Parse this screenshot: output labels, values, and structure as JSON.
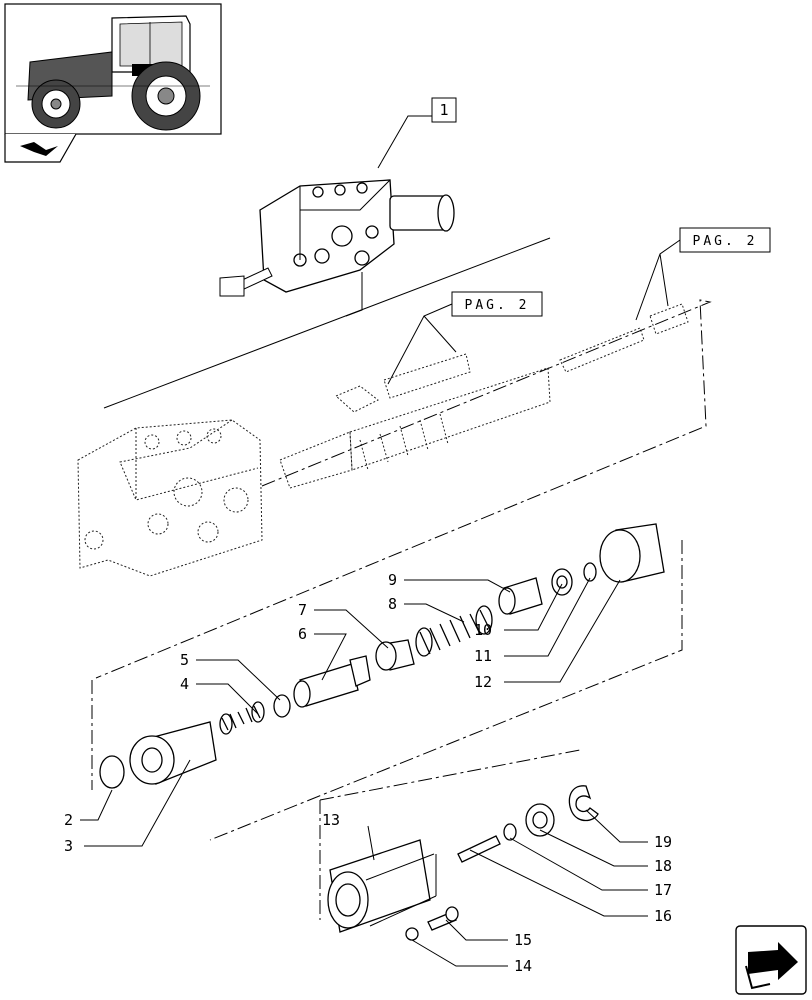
{
  "icons": {
    "thumbnail": "tractor-thumbnail-icon",
    "section": "section-book-icon",
    "next": "next-page-arrow-icon"
  },
  "references": {
    "assembly": "1",
    "page_ref_upper": "PAG. 2",
    "page_ref_lower": "PAG. 2"
  },
  "callouts": {
    "c2": "2",
    "c3": "3",
    "c4": "4",
    "c5": "5",
    "c6": "6",
    "c7": "7",
    "c8": "8",
    "c9": "9",
    "c10": "10",
    "c11": "11",
    "c12": "12",
    "c13": "13",
    "c14": "14",
    "c15": "15",
    "c16": "16",
    "c17": "17",
    "c18": "18",
    "c19": "19"
  }
}
